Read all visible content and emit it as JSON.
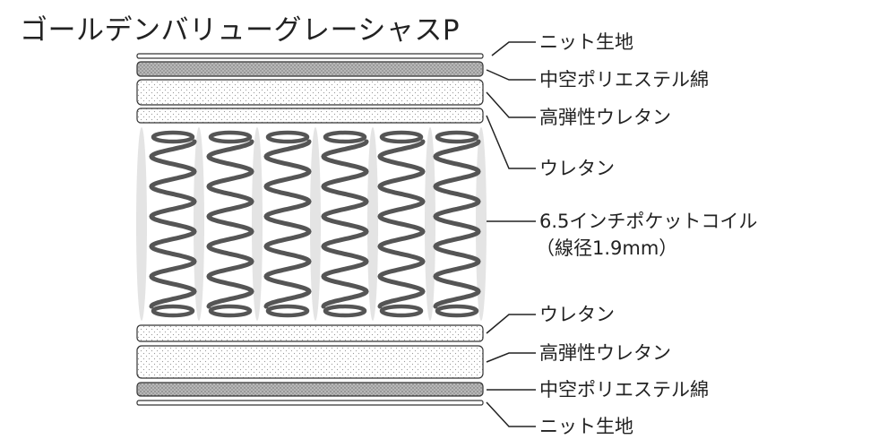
{
  "title": "ゴールデンバリューグレーシャスP",
  "layers": {
    "top_knit": "ニット生地",
    "top_polyester": "中空ポリエステル綿",
    "top_high_urethane": "高弾性ウレタン",
    "top_urethane": "ウレタン",
    "coil": "6.5インチポケットコイル",
    "coil_detail": "（線径1.9mm）",
    "bottom_urethane": "ウレタン",
    "bottom_high_urethane": "高弾性ウレタン",
    "bottom_polyester": "中空ポリエステル綿",
    "bottom_knit": "ニット生地"
  },
  "colors": {
    "line": "#333333",
    "coil": "#555555",
    "pocket": "#e4e4e4",
    "dotted_layer_fill": "#ffffff",
    "padding_fill": "#9a9a9a"
  }
}
